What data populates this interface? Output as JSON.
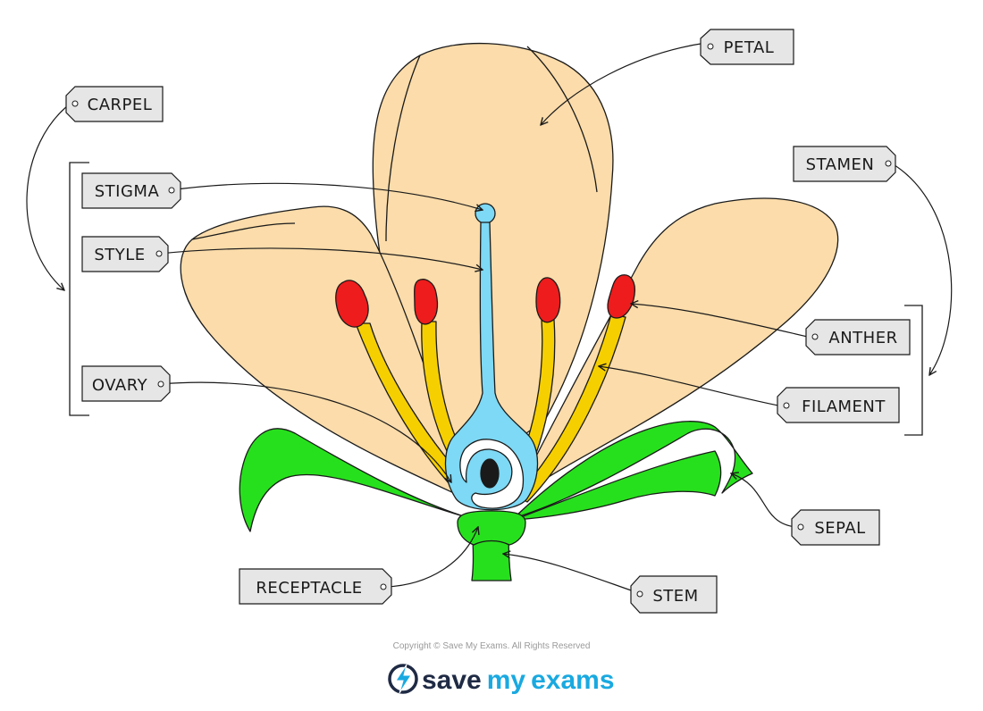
{
  "labels": {
    "petal": "PETAL",
    "carpel": "CARPEL",
    "stamen": "STAMEN",
    "stigma": "STIGMA",
    "style": "STYLE",
    "anther": "ANTHER",
    "ovary": "OVARY",
    "filament": "FILAMENT",
    "sepal": "SEPAL",
    "receptacle": "RECEPTACLE",
    "stem": "STEM"
  },
  "footer": {
    "copyright": "Copyright © Save My Exams. All Rights Reserved",
    "brand_save": "save",
    "brand_my": "my",
    "brand_exams": "exams"
  },
  "colors": {
    "petal": "#fbdcaa",
    "sepal": "#27e01d",
    "carpel": "#7dd9f5",
    "filament": "#f6cf00",
    "anther": "#ee1c1c",
    "tag": "#e6e6e6",
    "brand_dark": "#1f2a44",
    "brand_blue": "#1aa9e0"
  }
}
